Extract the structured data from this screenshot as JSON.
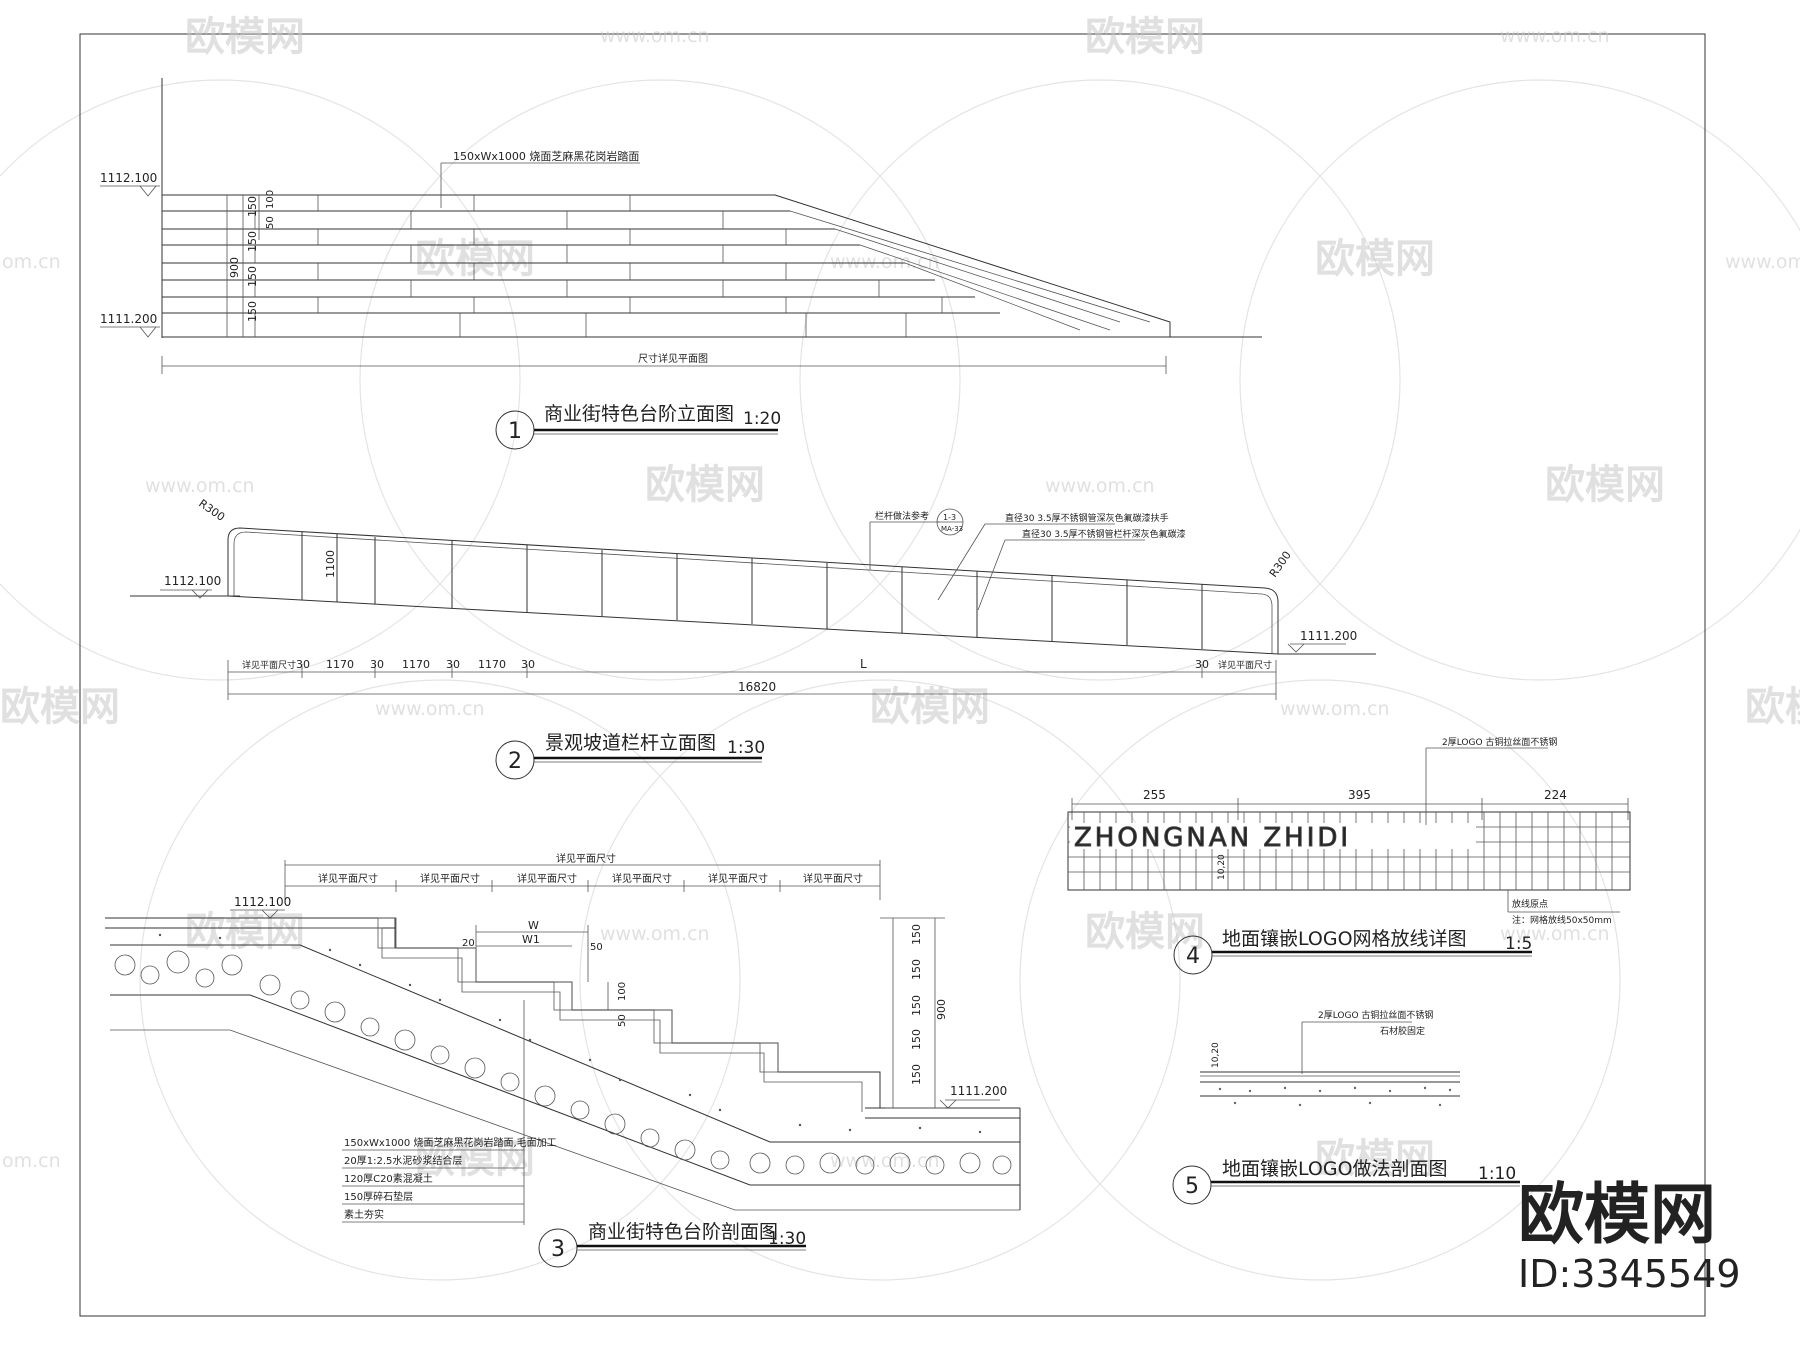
{
  "sheet": {
    "watermark_brand": "欧模网",
    "watermark_url": "www.om.cn",
    "watermark_url_edge": "om.cn",
    "brand_large": "欧模网",
    "model_id": "ID:3345549"
  },
  "drawing1": {
    "number": "1",
    "title": "商业街特色台阶立面图",
    "scale": "1:20",
    "elev_top": "1112.100",
    "elev_bottom": "1111.200",
    "note": "150xWx1000 烧面芝麻黑花岗岩踏面",
    "dims_left": [
      "150",
      "150",
      "150",
      "150"
    ],
    "dims_inner": [
      "100",
      "50"
    ],
    "dim_total": "900",
    "dim_bottom": "尺寸详见平面图"
  },
  "drawing2": {
    "number": "2",
    "title": "景观坡道栏杆立面图",
    "scale": "1:30",
    "radius_left": "R300",
    "radius_right": "R300",
    "height": "1100",
    "elev_top": "1112.100",
    "elev_bottom": "1111.200",
    "ref_text": "栏杆做法参考",
    "ref_bubble_top": "1-3",
    "ref_bubble_bottom": "MA-33",
    "note_1": "直径30 3.5厚不锈钢管深灰色氟碳漆扶手",
    "note_2": "直径30 3.5厚不锈钢管栏杆深灰色氟碳漆",
    "dim_labels": [
      "详见平面尺寸",
      "30",
      "1170",
      "30",
      "1170",
      "30",
      "1170",
      "30",
      "L",
      "30",
      "详见平面尺寸"
    ],
    "dim_total": "16820"
  },
  "drawing3": {
    "number": "3",
    "title": "商业街特色台阶剖面图",
    "scale": "1:30",
    "elev_top": "1112.100",
    "elev_bottom": "1111.200",
    "dim_top": "详见平面尺寸",
    "dim_steps": [
      "详见平面尺寸",
      "详见平面尺寸",
      "详见平面尺寸",
      "详见平面尺寸",
      "详见平面尺寸",
      "详见平面尺寸"
    ],
    "w": "W",
    "w1": "W1",
    "d20": "20",
    "d50a": "50",
    "d100": "100",
    "d50b": "50",
    "riser_dims": [
      "150",
      "150",
      "150",
      "150",
      "150"
    ],
    "riser_total": "900",
    "layers": [
      "150xWx1000 烧面芝麻黑花岗岩踏面,毛面加工",
      "20厚1:2.5水泥砂浆结合层",
      "120厚C20素混凝土",
      "150厚碎石垫层",
      "素土夯实"
    ]
  },
  "drawing4": {
    "number": "4",
    "title": "地面镶嵌LOGO网格放线详图",
    "scale": "1:5",
    "dims": [
      "255",
      "395",
      "224"
    ],
    "logo_text": "ZHONGNAN ZHIDI",
    "note_top": "2厚LOGO 古铜拉丝面不锈钢",
    "side_dim": "10,20",
    "note_bottom_1": "放线原点",
    "note_bottom_2": "注：网格放线50x50mm"
  },
  "drawing5": {
    "number": "5",
    "title": "地面镶嵌LOGO做法剖面图",
    "scale": "1:10",
    "note_1": "2厚LOGO 古铜拉丝面不锈钢",
    "note_2": "石材胶固定"
  }
}
